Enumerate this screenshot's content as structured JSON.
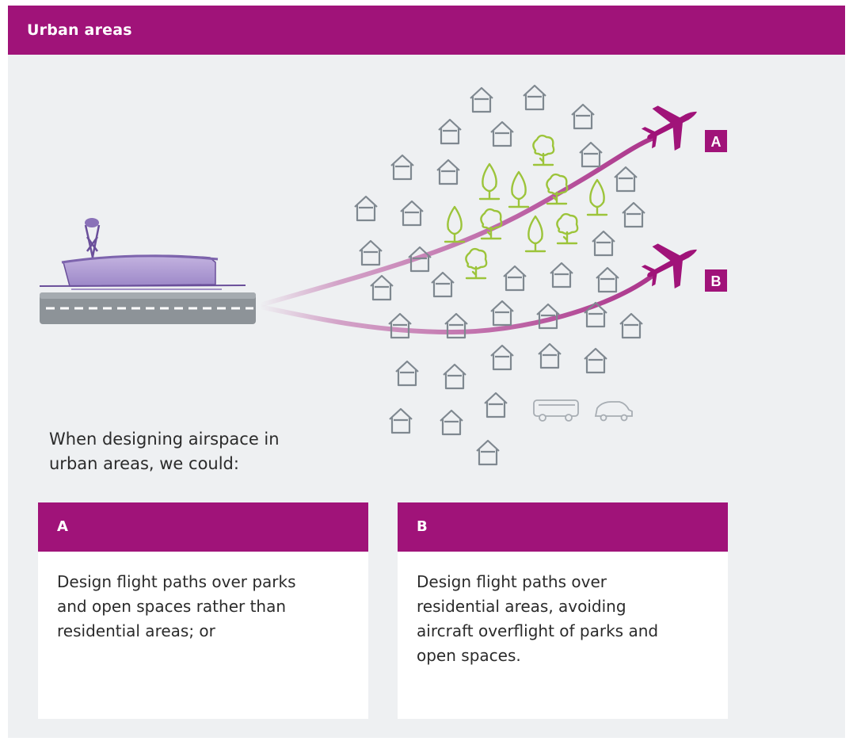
{
  "header": {
    "title": "Urban areas"
  },
  "scene": {
    "route_labels": [
      "A",
      "B"
    ],
    "colors": {
      "accent": "#a01379",
      "house": "#7f8890",
      "tree": "#9cc43a",
      "terminal": "#9d88c8",
      "runway": "#8d9398"
    }
  },
  "intro": {
    "text": "When designing airspace in urban areas, we could:"
  },
  "options": [
    {
      "label": "A",
      "text": "Design flight paths over parks and open spaces rather than residential areas; or"
    },
    {
      "label": "B",
      "text": "Design flight paths over residential areas, avoiding aircraft overflight of parks and open spaces."
    }
  ]
}
